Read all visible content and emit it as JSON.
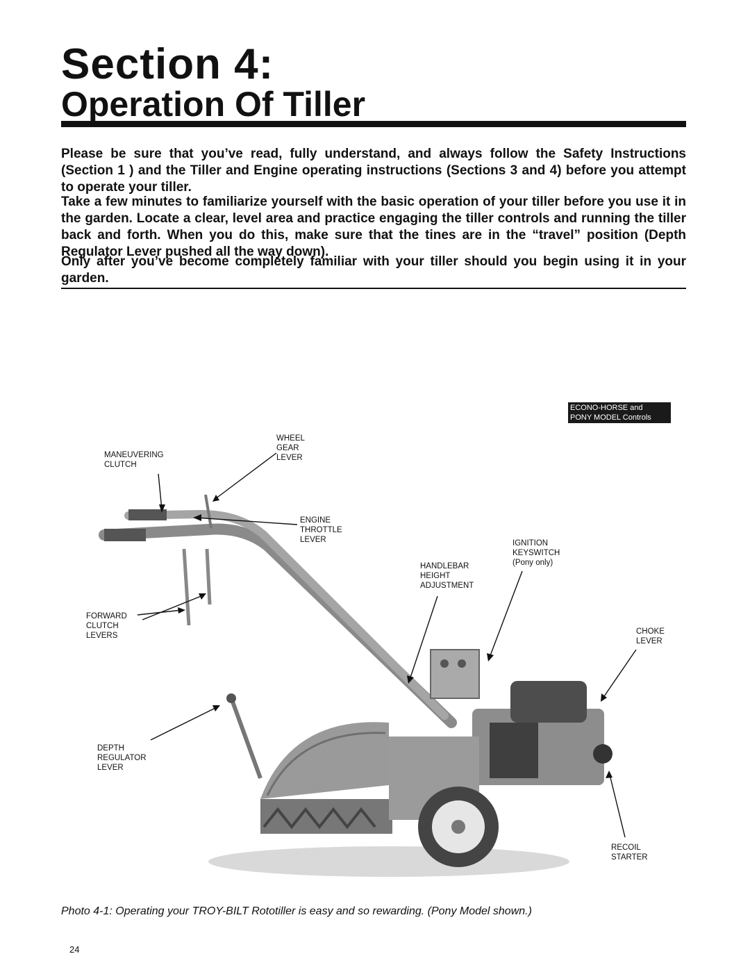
{
  "header": {
    "section": "Section 4:",
    "title": "Operation Of Tiller"
  },
  "body": {
    "paragraphs": [
      "Please be sure that you’ve read, fully understand, and always follow the Safety Instructions (Section 1 ) and the Tiller and Engine operating instructions (Sections 3 and 4) before you attempt to operate your tiller.",
      "Take a few minutes to familiarize yourself with the basic operation of your tiller before you use it in the garden. Locate a clear, level area and practice engaging the tiller controls and running the tiller back and forth. When you do this, make sure that the tines are in the “travel” position (Depth Regulator Lever pushed all the way down).",
      "Only after you’ve become completely familiar with your tiller should you begin using it in your garden."
    ]
  },
  "figure": {
    "model_box": "ECONO-HORSE and\nPONY MODEL Controls",
    "labels": {
      "maneuvering_clutch": "MANEUVERING\nCLUTCH",
      "wheel_gear_lever": "WHEEL\nGEAR\nLEVER",
      "engine_throttle_lever": "ENGINE\nTHROTTLE\nLEVER",
      "ignition_keyswitch": "IGNITION\nKEYSWITCH\n(Pony only)",
      "handlebar_height_adjustment": "HANDLEBAR\nHEIGHT\nADJUSTMENT",
      "forward_clutch_levers": "FORWARD\nCLUTCH\nLEVERS",
      "choke_lever": "CHOKE\nLEVER",
      "depth_regulator_lever": "DEPTH\nREGULATOR\nLEVER",
      "recoil_starter": "RECOIL\nSTARTER"
    },
    "caption": "Photo 4-1: Operating your TROY-BILT Rototiller is easy and so rewarding.  (Pony Model shown.)"
  },
  "footer": {
    "page_number": "24"
  }
}
